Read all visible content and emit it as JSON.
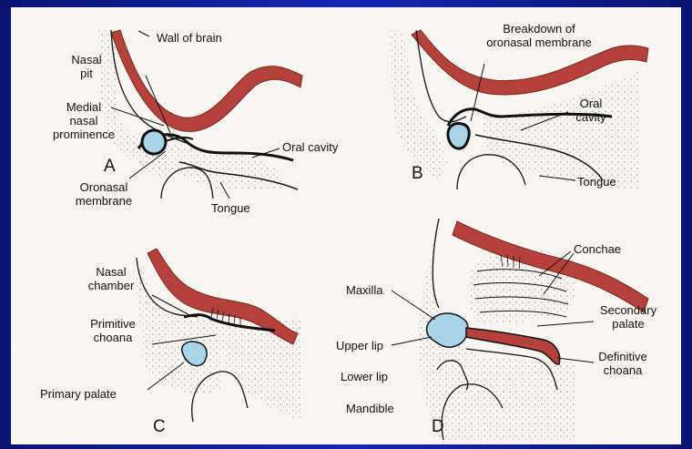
{
  "colors": {
    "brain_wall": "#b5413b",
    "nasal_tissue": "#a8d4ea",
    "outline": "#111111",
    "background": "#0d1a8a"
  },
  "panels": {
    "A": {
      "letter": "A",
      "labels": {
        "wall_of_brain": "Wall of brain",
        "nasal_pit_1": "Nasal",
        "nasal_pit_2": "pit",
        "medial_1": "Medial",
        "medial_2": "nasal",
        "medial_3": "prominence",
        "oral_cavity": "Oral cavity",
        "oronasal_1": "Oronasal",
        "oronasal_2": "membrane",
        "tongue": "Tongue"
      }
    },
    "B": {
      "letter": "B",
      "labels": {
        "breakdown_1": "Breakdown of",
        "breakdown_2": "oronasal membrane",
        "oral_1": "Oral",
        "oral_2": "cavity",
        "tongue": "Tongue"
      }
    },
    "C": {
      "letter": "C",
      "labels": {
        "nasal_1": "Nasal",
        "nasal_2": "chamber",
        "primitive_1": "Primitive",
        "primitive_2": "choana",
        "primary_palate": "Primary palate"
      }
    },
    "D": {
      "letter": "D",
      "labels": {
        "conchae": "Conchae",
        "maxilla": "Maxilla",
        "secondary_1": "Secondary",
        "secondary_2": "palate",
        "upper_lip": "Upper lip",
        "definitive_1": "Definitive",
        "definitive_2": "choana",
        "lower_lip": "Lower lip",
        "mandible": "Mandible"
      }
    }
  }
}
